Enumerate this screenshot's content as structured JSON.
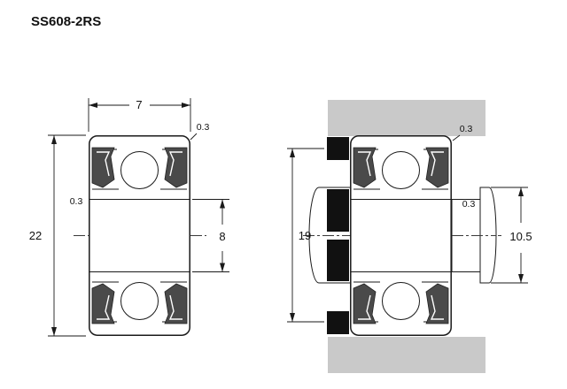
{
  "title": "SS608-2RS",
  "colors": {
    "line": "#1a1a1a",
    "seal_fill": "#4a4a4a",
    "housing_fill": "#c9c9c9",
    "spacer_fill": "#111111"
  },
  "left_view": {
    "width": "7",
    "outer_diameter": "22",
    "bore": "8",
    "chamfer_outer": "0.3",
    "chamfer_inner": "0.3"
  },
  "right_view": {
    "housing_bore": "19",
    "shaft_diameter": "10.5",
    "chamfer_housing": "0.3",
    "chamfer_shaft": "0.3"
  }
}
